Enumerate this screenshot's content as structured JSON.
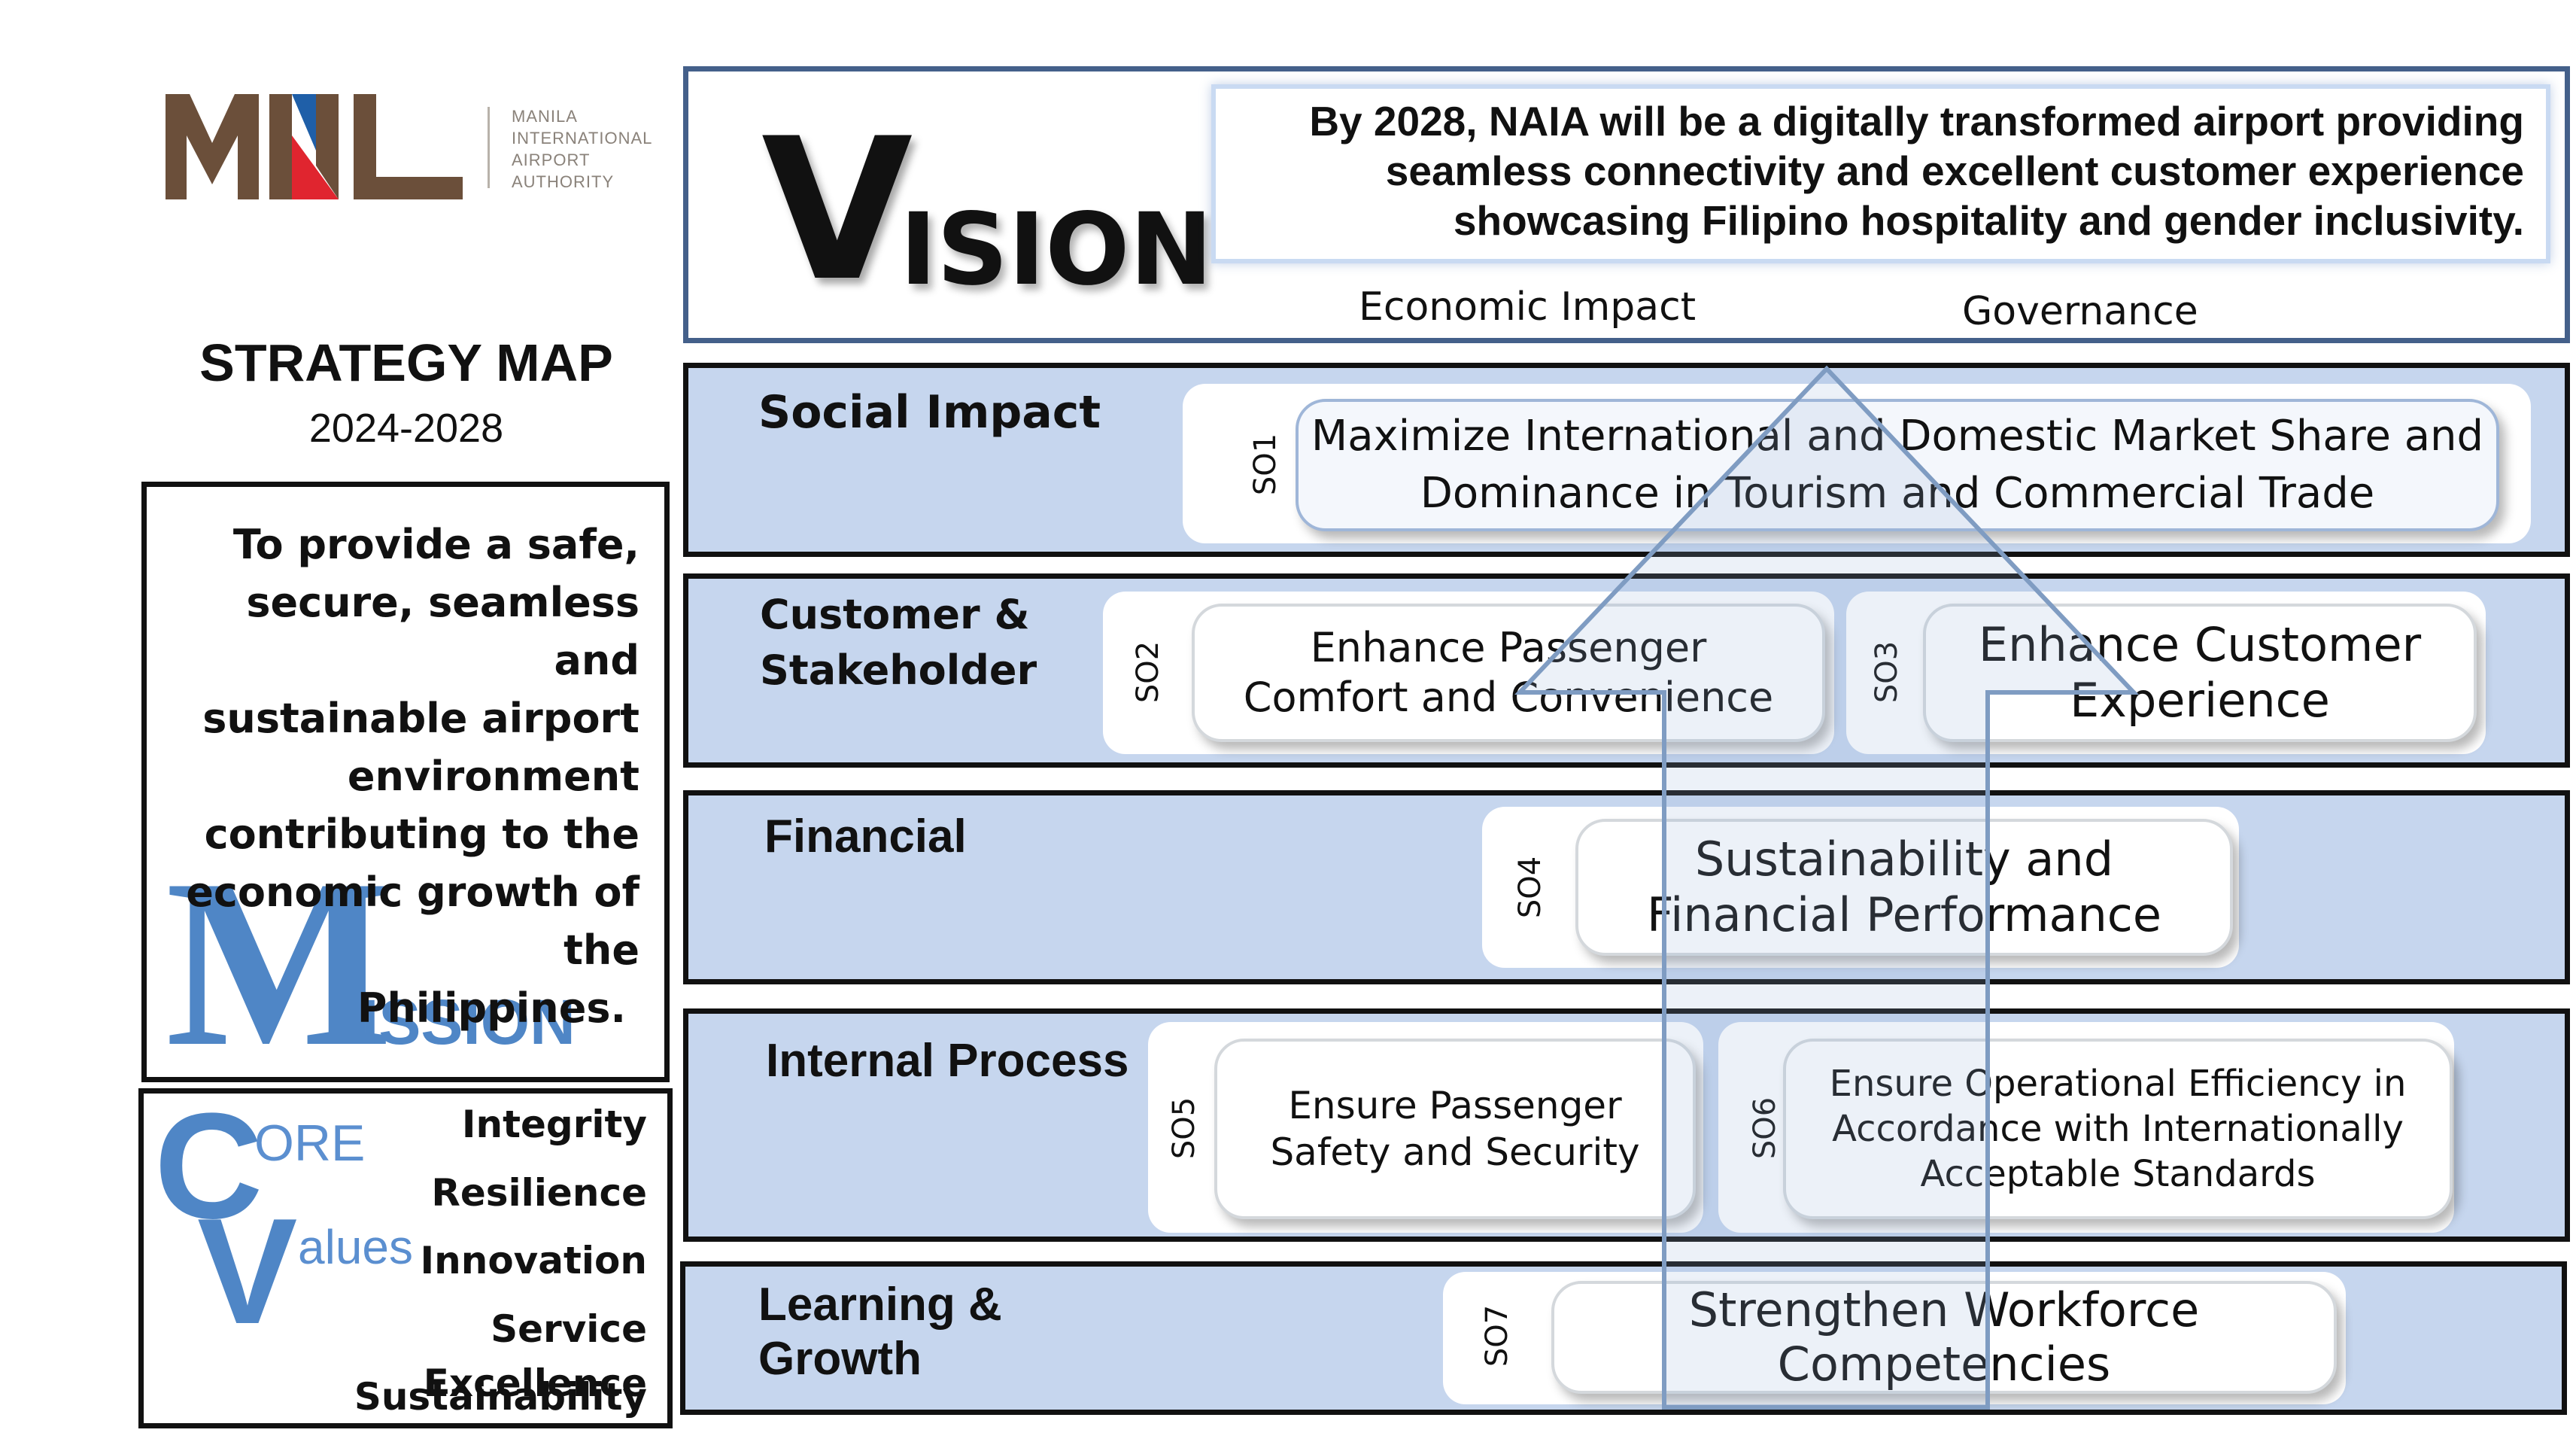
{
  "logo": {
    "lines": [
      "MANILA",
      "INTERNATIONAL",
      "AIRPORT",
      "AUTHORITY"
    ],
    "mark": "MNL"
  },
  "strategy_map": {
    "title": "STRATEGY MAP",
    "years": "2024-2028"
  },
  "mission": {
    "lines": [
      "To provide a safe,",
      "secure, seamless and",
      "sustainable airport",
      "environment",
      "contributing to the",
      "economic growth of",
      "the",
      "Philippines."
    ],
    "big_letter": "M",
    "rest": "ISSION"
  },
  "core_values": {
    "c_letter": "C",
    "c_rest": "ORE",
    "v_letter": "V",
    "v_rest": "alues",
    "items": [
      "Integrity",
      "Resilience",
      "Innovation",
      "Service Excellence",
      "Sustainability"
    ]
  },
  "vision": {
    "big_letter": "V",
    "rest": "ISION",
    "statement_lines": [
      "By 2028, NAIA will be a digitally transformed airport providing",
      "seamless connectivity and excellent customer experience",
      "showcasing Filipino hospitality and gender inclusivity."
    ],
    "labels": {
      "economic": "Economic Impact",
      "governance": "Governance"
    }
  },
  "perspectives": {
    "social": {
      "label": "Social Impact",
      "objectives": [
        {
          "code": "SO1",
          "lines": [
            "Maximize International and Domestic Market Share and",
            "Dominance in Tourism and Commercial Trade"
          ]
        }
      ]
    },
    "customer": {
      "label_lines": [
        "Customer &",
        "Stakeholder"
      ],
      "objectives": [
        {
          "code": "SO2",
          "lines": [
            "Enhance Passenger",
            "Comfort and Convenience"
          ]
        },
        {
          "code": "SO3",
          "lines": [
            "Enhance Customer",
            "Experience"
          ]
        }
      ]
    },
    "financial": {
      "label": "Financial",
      "objectives": [
        {
          "code": "SO4",
          "lines": [
            "Sustainability and",
            "Financial Performance"
          ]
        }
      ]
    },
    "internal": {
      "label": "Internal Process",
      "objectives": [
        {
          "code": "SO5",
          "lines": [
            "Ensure Passenger",
            "Safety and Security"
          ]
        },
        {
          "code": "SO6",
          "lines": [
            "Ensure Operational Efficiency in",
            "Accordance with Internationally",
            "Acceptable Standards"
          ]
        }
      ]
    },
    "learning": {
      "label_lines": [
        "Learning &",
        "Growth"
      ],
      "objectives": [
        {
          "code": "SO7",
          "lines": [
            "Strengthen Workforce",
            "Competencies"
          ]
        }
      ]
    }
  },
  "colors": {
    "band_fill": "#c6d6ee",
    "accent_blue": "#4f86c6",
    "logo_brown": "#6b4f3a",
    "logo_red": "#e0252f",
    "logo_blue": "#1f5fa8",
    "arrow_stroke": "#8aa6c8"
  }
}
